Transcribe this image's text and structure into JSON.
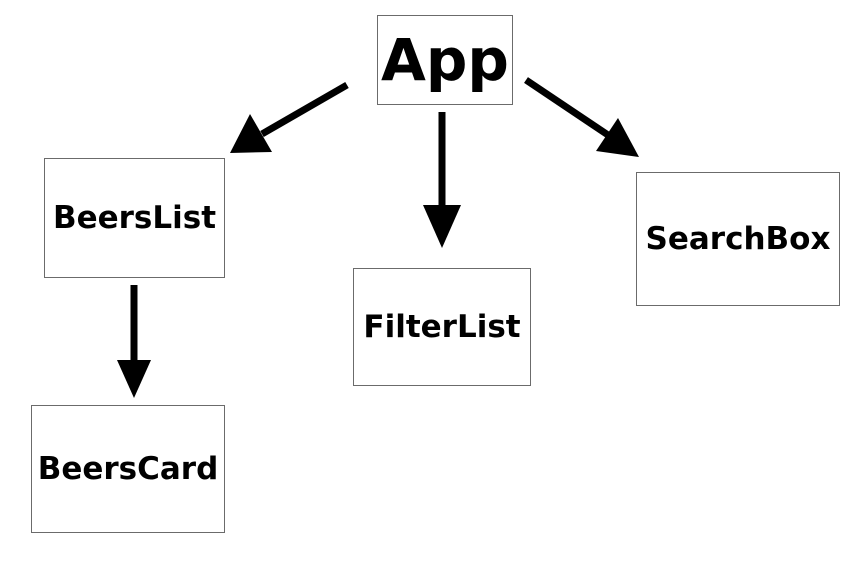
{
  "diagram": {
    "nodes": {
      "app": "App",
      "beerslist": "BeersList",
      "filterlist": "FilterList",
      "searchbox": "SearchBox",
      "beerscard": "BeersCard"
    },
    "edges": [
      {
        "from": "App",
        "to": "BeersList"
      },
      {
        "from": "App",
        "to": "FilterList"
      },
      {
        "from": "App",
        "to": "SearchBox"
      },
      {
        "from": "BeersList",
        "to": "BeersCard"
      }
    ],
    "colors": {
      "arrow": "#000000",
      "border": "#6b6b6b",
      "text": "#000000",
      "background": "#ffffff"
    }
  }
}
